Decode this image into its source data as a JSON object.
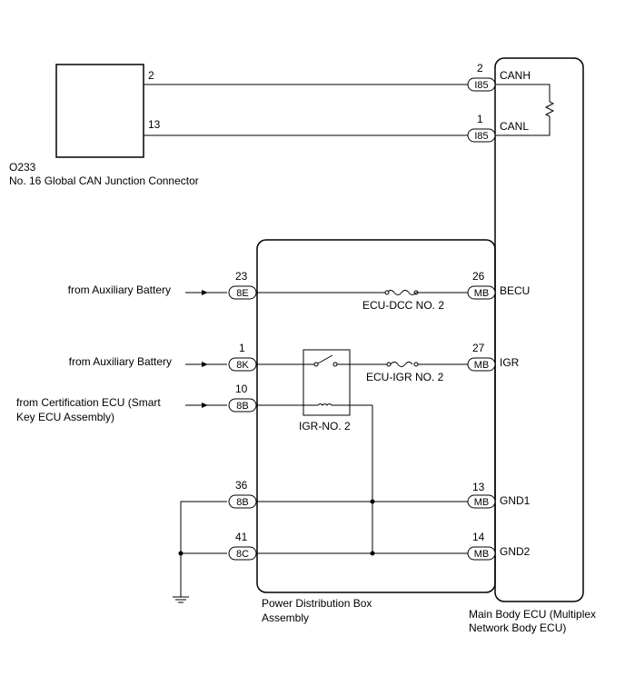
{
  "junction": {
    "code": "O233",
    "name": "No. 16 Global CAN Junction Connector",
    "pin_canh": "2",
    "pin_canl": "13"
  },
  "main_ecu": {
    "name_line1": "Main Body ECU (Multiplex",
    "name_line2": "Network Body ECU)",
    "connector_i85": "I85",
    "connector_mb": "MB",
    "pins": {
      "canh": {
        "num": "2",
        "label": "CANH"
      },
      "canl": {
        "num": "1",
        "label": "CANL"
      },
      "becu": {
        "num": "26",
        "label": "BECU"
      },
      "igr": {
        "num": "27",
        "label": "IGR"
      },
      "gnd1": {
        "num": "13",
        "label": "GND1"
      },
      "gnd2": {
        "num": "14",
        "label": "GND2"
      }
    }
  },
  "pdb": {
    "name_line1": "Power Distribution Box",
    "name_line2": "Assembly",
    "fuse1": "ECU-DCC NO. 2",
    "fuse2": "ECU-IGR NO. 2",
    "relay": "IGR-NO. 2",
    "pins": {
      "p23": {
        "num": "23",
        "conn": "8E"
      },
      "p1": {
        "num": "1",
        "conn": "8K"
      },
      "p10": {
        "num": "10",
        "conn": "8B"
      },
      "p36": {
        "num": "36",
        "conn": "8B"
      },
      "p41": {
        "num": "41",
        "conn": "8C"
      }
    }
  },
  "sources": {
    "aux1": "from Auxiliary Battery",
    "aux2": "from Auxiliary Battery",
    "cert_line1": "from Certification ECU (Smart",
    "cert_line2": "Key ECU Assembly)"
  }
}
